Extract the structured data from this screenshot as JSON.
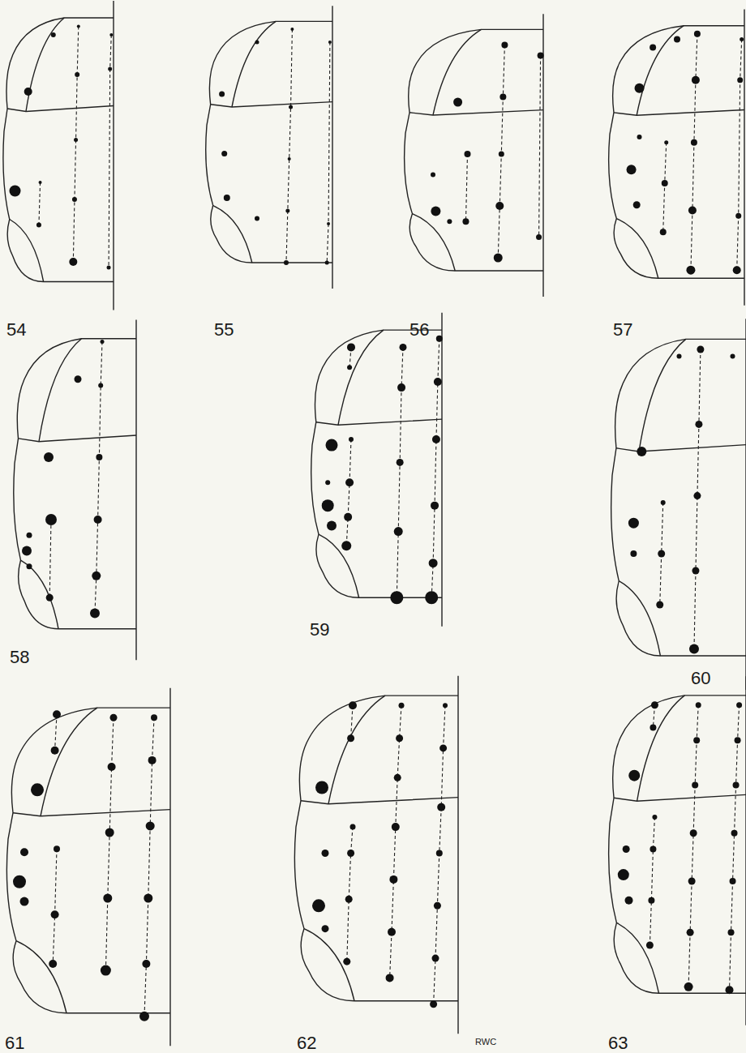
{
  "diagram": {
    "labels": [
      "54",
      "55",
      "56",
      "57",
      "58",
      "59",
      "60",
      "61",
      "62",
      "RWC",
      "63"
    ]
  }
}
